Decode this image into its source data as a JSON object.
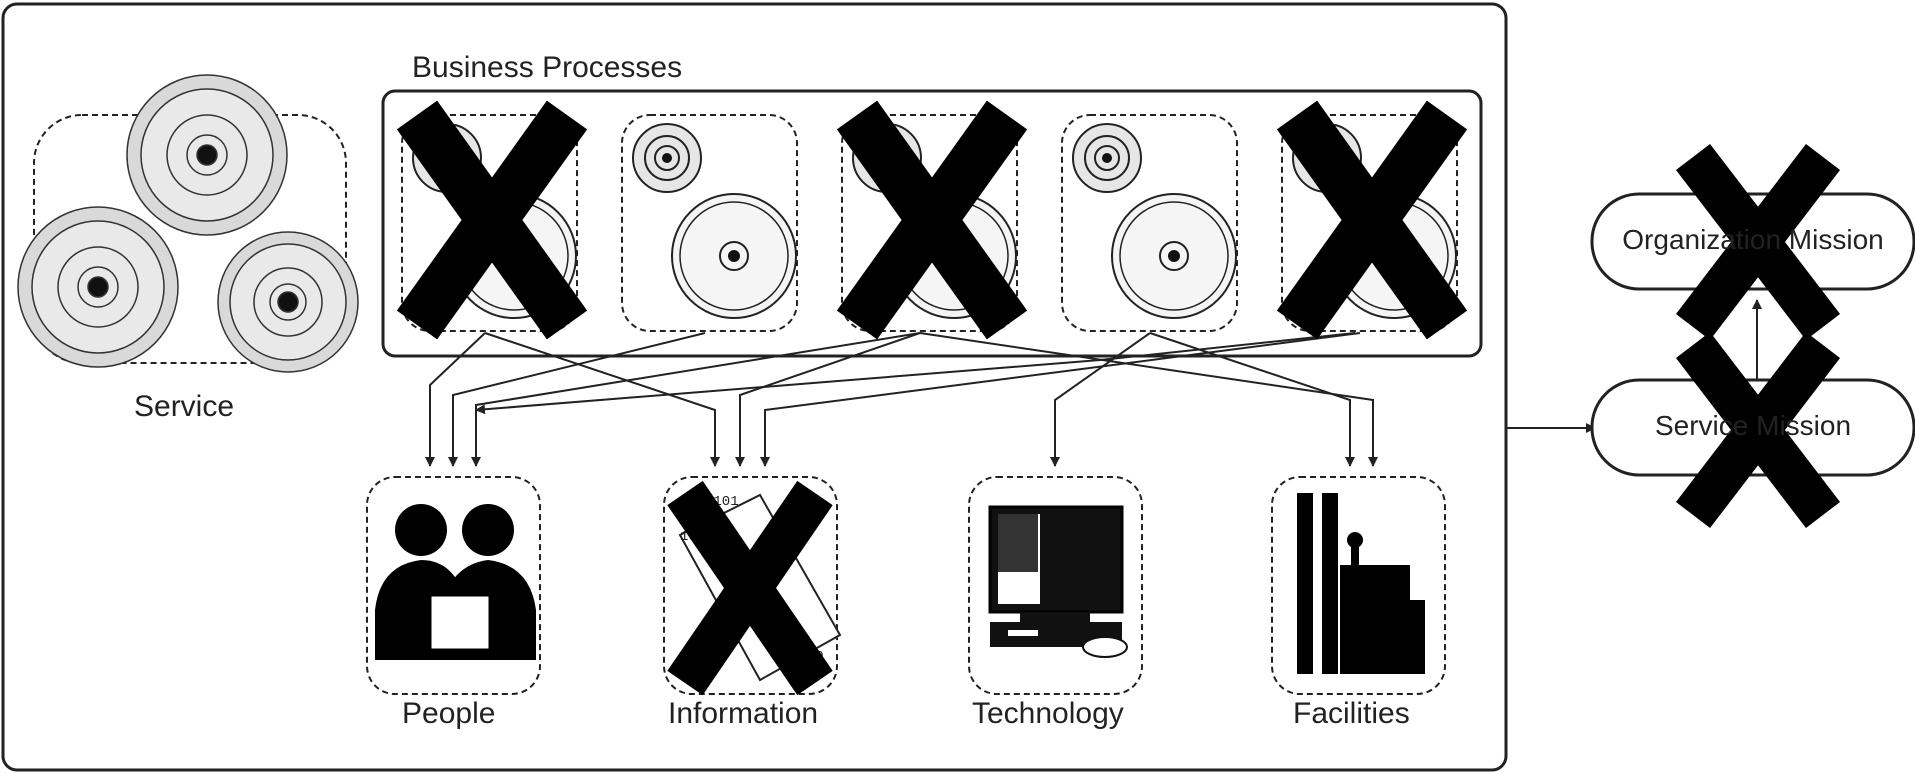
{
  "labels": {
    "business_processes": "Business Processes",
    "service": "Service",
    "people": "People",
    "information": "Information",
    "technology": "Technology",
    "facilities": "Facilities",
    "organization_mission": "Organization Mission",
    "service_mission": "Service Mission"
  },
  "processes": [
    {
      "crossed": true
    },
    {
      "crossed": false
    },
    {
      "crossed": true
    },
    {
      "crossed": false
    },
    {
      "crossed": true
    }
  ],
  "resources": [
    {
      "key": "people",
      "crossed": false
    },
    {
      "key": "information",
      "crossed": true
    },
    {
      "key": "technology",
      "crossed": false
    },
    {
      "key": "facilities",
      "crossed": false
    }
  ],
  "missions": [
    {
      "key": "organization_mission",
      "crossed": true
    },
    {
      "key": "service_mission",
      "crossed": true
    }
  ],
  "colors": {
    "stroke": "#222222",
    "gear_fill": "#e6e6e6",
    "cross": "#000000"
  }
}
